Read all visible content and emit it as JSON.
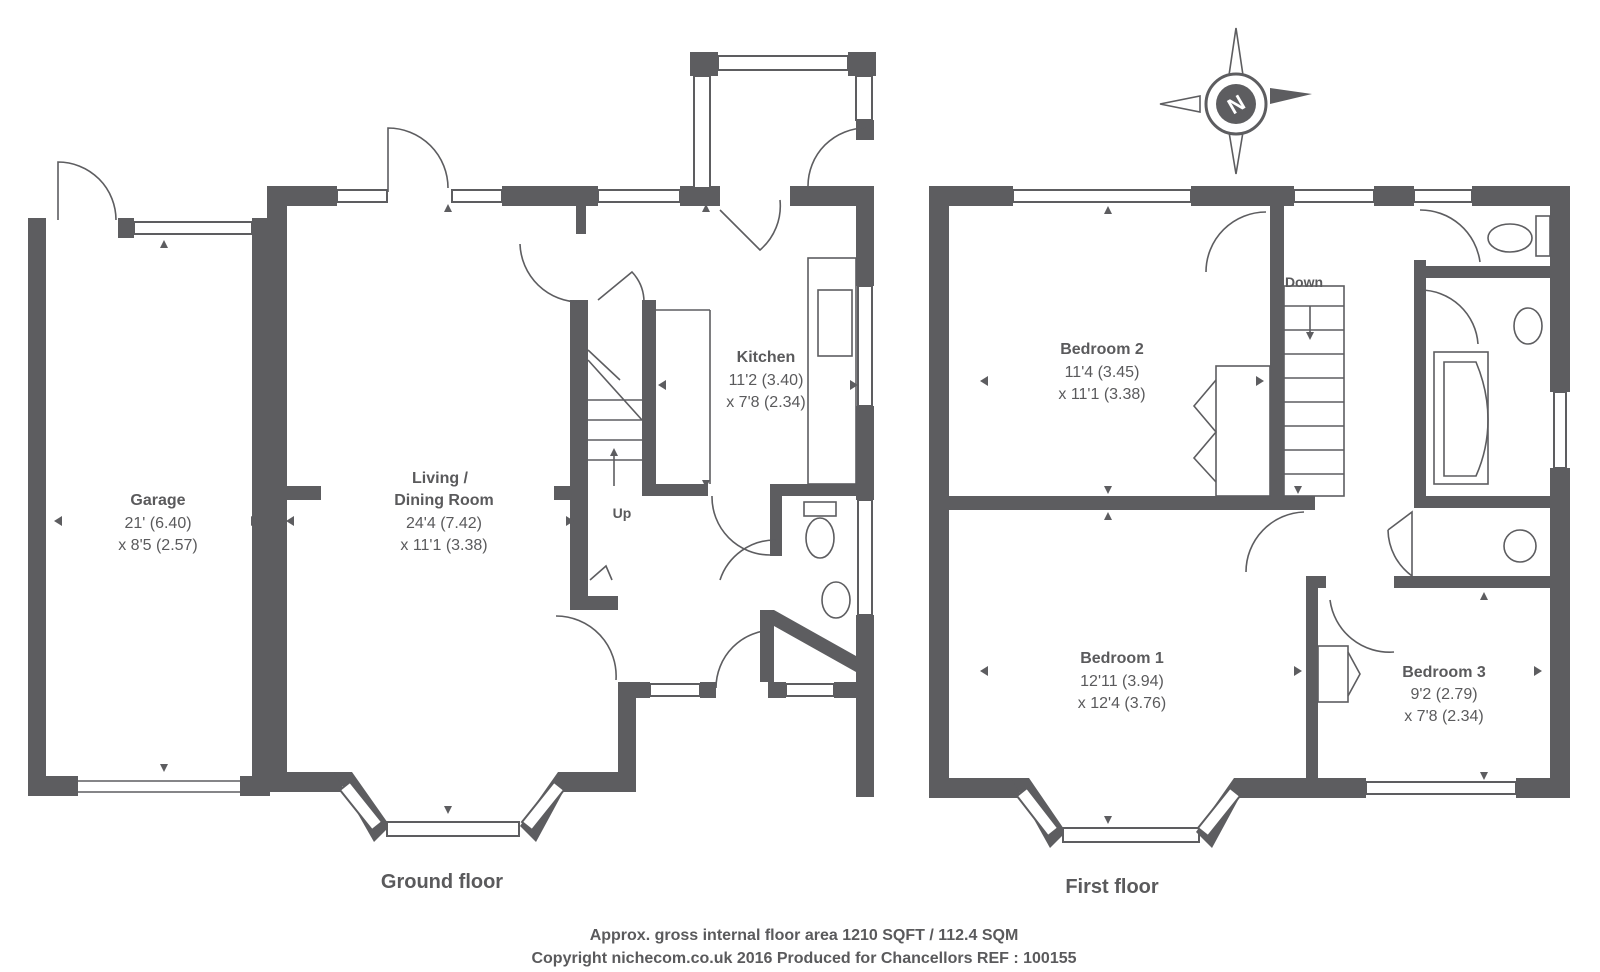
{
  "rooms": {
    "garage": {
      "name": "Garage",
      "dim1": "21' (6.40)",
      "dim2": "x 8'5 (2.57)"
    },
    "living": {
      "name1": "Living  /",
      "name2": "Dining Room",
      "dim1": "24'4 (7.42)",
      "dim2": "x 11'1 (3.38)"
    },
    "kitchen": {
      "name": "Kitchen",
      "dim1": "11'2 (3.40)",
      "dim2": "x 7'8 (2.34)"
    },
    "bedroom2": {
      "name": "Bedroom 2",
      "dim1": "11'4 (3.45)",
      "dim2": "x 11'1 (3.38)"
    },
    "bedroom1": {
      "name": "Bedroom 1",
      "dim1": "12'11 (3.94)",
      "dim2": "x 12'4 (3.76)"
    },
    "bedroom3": {
      "name": "Bedroom 3",
      "dim1": "9'2 (2.79)",
      "dim2": "x 7'8 (2.34)"
    }
  },
  "stairs": {
    "up": "Up",
    "down": "Down"
  },
  "floors": {
    "ground": "Ground floor",
    "first": "First floor"
  },
  "compass": {
    "letter": "N"
  },
  "footer": {
    "line1": "Approx. gross internal floor area 1210 SQFT / 112.4 SQM",
    "line2": "Copyright nichecom.co.uk 2016 Produced for Chancellors REF : 100155"
  },
  "colors": {
    "wall": "#5d5d60",
    "text": "#5a5a5c",
    "background": "#ffffff"
  }
}
